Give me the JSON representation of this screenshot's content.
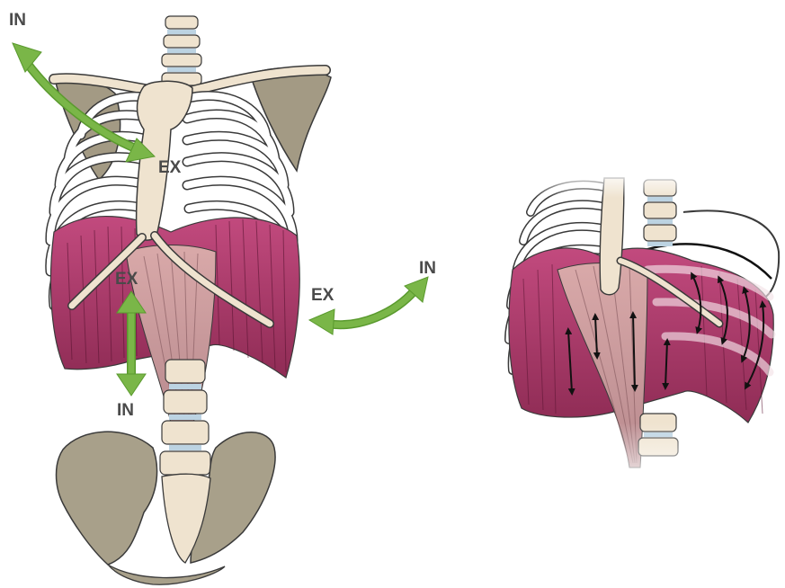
{
  "labels": {
    "top_in": "IN",
    "top_ex": "EX",
    "left_ex": "EX",
    "left_in": "IN",
    "right_ex": "EX",
    "right_in": "IN"
  },
  "colors": {
    "bone": "#efe3cf",
    "bone_outline": "#3a3a3a",
    "pelvis": "#a8a08a",
    "scapula": "#a39a84",
    "diaphragm": "#b23c6e",
    "diaphragm_dark": "#9a2d5a",
    "disc": "#bcd3e2",
    "arrow_green": "#7ab648",
    "arrow_green_dark": "#5a9a2e"
  },
  "icons": {
    "arrows": "double-headed-arrow",
    "subject": "skeleton-thorax-diaphragm"
  }
}
